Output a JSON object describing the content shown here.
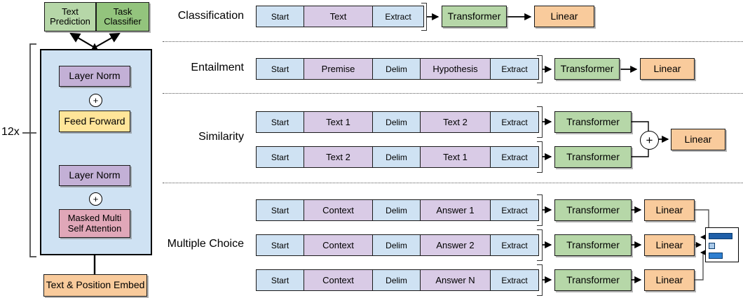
{
  "figure": {
    "left_panel": {
      "heads": [
        {
          "label": "Text\nPrediction",
          "line1": "Text",
          "line2": "Prediction",
          "color": "#b6d7a8"
        },
        {
          "label": "Task\nClassifier",
          "line1": "Task",
          "line2": "Classifier",
          "color": "#93c47d"
        }
      ],
      "repeat_label": "12x",
      "block_color": "#cfe2f3",
      "layers": [
        {
          "name": "layer-norm-top",
          "label": "Layer Norm",
          "color": "#c3b0d6"
        },
        {
          "name": "add-top",
          "label": "+"
        },
        {
          "name": "feed-forward",
          "label": "Feed Forward",
          "color": "#ffe599"
        },
        {
          "name": "layer-norm-bottom",
          "label": "Layer Norm",
          "color": "#c3b0d6"
        },
        {
          "name": "add-bottom",
          "label": "+"
        },
        {
          "name": "masked-attention",
          "line1": "Masked Multi",
          "line2": "Self Attention",
          "color": "#e0a7b8"
        }
      ],
      "embedding": {
        "label": "Text & Position Embed",
        "color": "#f9cb9c"
      }
    },
    "tasks": [
      {
        "name": "classification",
        "label": "Classification",
        "rows": [
          {
            "tokens": [
              {
                "text": "Start",
                "type": "special"
              },
              {
                "text": "Text",
                "type": "content"
              },
              {
                "text": "Extract",
                "type": "special"
              }
            ],
            "transformer": "Transformer",
            "linear": "Linear"
          }
        ]
      },
      {
        "name": "entailment",
        "label": "Entailment",
        "rows": [
          {
            "tokens": [
              {
                "text": "Start",
                "type": "special"
              },
              {
                "text": "Premise",
                "type": "content"
              },
              {
                "text": "Delim",
                "type": "special"
              },
              {
                "text": "Hypothesis",
                "type": "content"
              },
              {
                "text": "Extract",
                "type": "special"
              }
            ],
            "transformer": "Transformer",
            "linear": "Linear"
          }
        ]
      },
      {
        "name": "similarity",
        "label": "Similarity",
        "combine": "+",
        "linear": "Linear",
        "rows": [
          {
            "tokens": [
              {
                "text": "Start",
                "type": "special"
              },
              {
                "text": "Text 1",
                "type": "content"
              },
              {
                "text": "Delim",
                "type": "special"
              },
              {
                "text": "Text 2",
                "type": "content"
              },
              {
                "text": "Extract",
                "type": "special"
              }
            ],
            "transformer": "Transformer"
          },
          {
            "tokens": [
              {
                "text": "Start",
                "type": "special"
              },
              {
                "text": "Text 2",
                "type": "content"
              },
              {
                "text": "Delim",
                "type": "special"
              },
              {
                "text": "Text 1",
                "type": "content"
              },
              {
                "text": "Extract",
                "type": "special"
              }
            ],
            "transformer": "Transformer"
          }
        ]
      },
      {
        "name": "multiple-choice",
        "label": "Multiple Choice",
        "rows": [
          {
            "tokens": [
              {
                "text": "Start",
                "type": "special"
              },
              {
                "text": "Context",
                "type": "content"
              },
              {
                "text": "Delim",
                "type": "special"
              },
              {
                "text": "Answer 1",
                "type": "content"
              },
              {
                "text": "Extract",
                "type": "special"
              }
            ],
            "transformer": "Transformer",
            "linear": "Linear"
          },
          {
            "tokens": [
              {
                "text": "Start",
                "type": "special"
              },
              {
                "text": "Context",
                "type": "content"
              },
              {
                "text": "Delim",
                "type": "special"
              },
              {
                "text": "Answer 2",
                "type": "content"
              },
              {
                "text": "Extract",
                "type": "special"
              }
            ],
            "transformer": "Transformer",
            "linear": "Linear"
          },
          {
            "tokens": [
              {
                "text": "Start",
                "type": "special"
              },
              {
                "text": "Context",
                "type": "content"
              },
              {
                "text": "Delim",
                "type": "special"
              },
              {
                "text": "Answer N",
                "type": "content"
              },
              {
                "text": "Extract",
                "type": "special"
              }
            ],
            "transformer": "Transformer",
            "linear": "Linear"
          }
        ],
        "output_bars": [
          {
            "width": 34,
            "color": "#1f5fa8"
          },
          {
            "width": 9,
            "color": "#a8c8e8"
          },
          {
            "width": 20,
            "color": "#2f7fd0"
          }
        ]
      }
    ],
    "colors": {
      "special_token": "#cfe2f3",
      "content_token": "#d9cbe6",
      "transformer": "#b6d7a8",
      "linear": "#f9cb9c",
      "layer_norm": "#c3b0d6",
      "feed_forward": "#ffe599",
      "attention": "#e0a7b8",
      "embedding": "#f9cb9c",
      "block_bg": "#cfe2f3",
      "text_prediction": "#b6d7a8",
      "task_classifier": "#93c47d"
    }
  }
}
